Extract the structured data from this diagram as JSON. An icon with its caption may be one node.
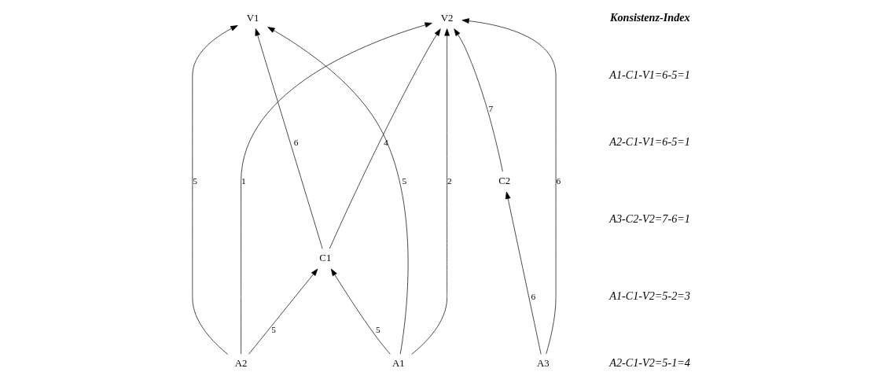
{
  "diagram": {
    "nodes": [
      {
        "text": [
          "V1"
        ]
      },
      {
        "text": [
          "V2"
        ]
      },
      {
        "text": [
          "C1"
        ]
      },
      {
        "text": [
          "C2"
        ]
      },
      {
        "text": [
          "A1"
        ]
      },
      {
        "text": [
          "A2"
        ]
      },
      {
        "text": [
          "A3"
        ]
      }
    ],
    "edges": [
      {
        "from": 4,
        "to": 0,
        "arrow": "to",
        "label": "5"
      },
      {
        "from": 4,
        "to": 2,
        "arrow": "to",
        "label": "5"
      },
      {
        "from": 4,
        "to": 1,
        "arrow": "to",
        "label": "2"
      },
      {
        "from": 5,
        "to": 0,
        "arrow": "to",
        "label": "5"
      },
      {
        "from": 5,
        "to": 2,
        "arrow": "to",
        "label": "5"
      },
      {
        "from": 5,
        "to": 1,
        "arrow": "to",
        "label": "1"
      },
      {
        "from": 2,
        "to": 0,
        "arrow": "to",
        "label": "6"
      },
      {
        "from": 2,
        "to": 1,
        "arrow": "to",
        "label": "4"
      },
      {
        "from": 6,
        "to": 1,
        "arrow": "to",
        "label": "6"
      },
      {
        "from": 6,
        "to": 3,
        "arrow": "to",
        "label": "6"
      },
      {
        "from": 3,
        "to": 1,
        "arrow": "to",
        "label": "7"
      }
    ],
    "labels": [
      "Konsistenz-Index",
      "A1-C1-V1=6-5=1",
      "A2-C1-V1=6-5=1",
      "A3-C2-V2=7-6=1",
      "A1-C1-V2=5-2=3",
      "A2-C1-V2=5-1=4"
    ]
  }
}
